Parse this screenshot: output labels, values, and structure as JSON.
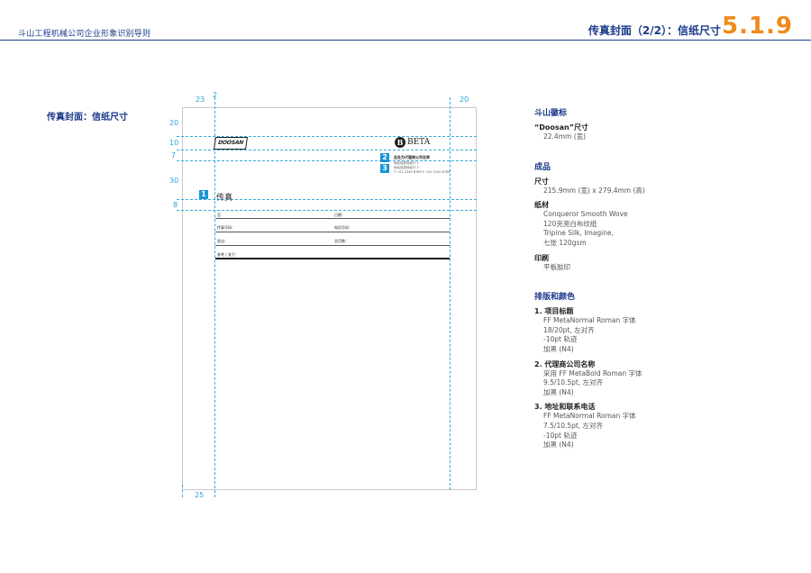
{
  "header": {
    "company": "斗山工程机械公司企业形象识别导则",
    "title": "传真封面（2/2）：信纸尺寸",
    "section_number": "5.1.9"
  },
  "left_title": "传真封面：信纸尺寸",
  "diagram": {
    "dims": {
      "d23": "23",
      "d2": "2",
      "d20_top_right": "20",
      "d20_left": "20",
      "d10": "10",
      "d7": "7",
      "d30": "30",
      "d8": "8",
      "d25": "25"
    },
    "markers": [
      "1",
      "2",
      "3"
    ],
    "logo_text": "DOOSAN",
    "beta_initial": "B",
    "beta_name": "BETA",
    "agent_name": "此处为代理商公司名称",
    "agent_lines": [
      "地址信息地址行 1",
      "地址信息地址行 2",
      "T +01 2345 6789    F +01 2345 6789"
    ],
    "fax_title": "传真",
    "form": {
      "to": "至：",
      "from": "日期：",
      "fax_no": "传真号码：",
      "phone_no": "电话号码：",
      "sender": "发自：",
      "pages": "总页数：",
      "ref": "参考 / 关于："
    }
  },
  "right": {
    "logo_section": {
      "heading": "斗山徽标",
      "sub": "“Doosan”尺寸",
      "value": "22.4mm (宽)"
    },
    "finished": {
      "heading": "成品",
      "size_label": "尺寸",
      "size_value": "215.9mm (宽) x 279.4mm (高)",
      "paper_label": "纸材",
      "paper_lines": [
        "Conqueror Smooth Wove",
        "120克亮白布纹纸",
        "Tripine Silk, Imagine,",
        "七张  120gsm"
      ],
      "print_label": "印刷",
      "print_value": "平板胶印"
    },
    "typography": {
      "heading": "排版和颜色",
      "items": [
        {
          "title": "1. 项目标题",
          "lines": [
            "FF MetaNormal Roman  字体",
            "18/20pt, 左对齐",
            "-10pt 轨迹",
            "加黑 (N4)"
          ]
        },
        {
          "title": "2. 代理商公司名称",
          "lines": [
            "采用  FF MetaBold Roman  字体",
            "9.5/10.5pt, 左对齐",
            "加黑 (N4)"
          ]
        },
        {
          "title": "3. 地址和联系电话",
          "lines": [
            "FF MetaNormal Roman  字体",
            "7.5/10.5pt, 左对齐",
            "-10pt 轨迹",
            "加黑 (N4)"
          ]
        }
      ]
    }
  }
}
